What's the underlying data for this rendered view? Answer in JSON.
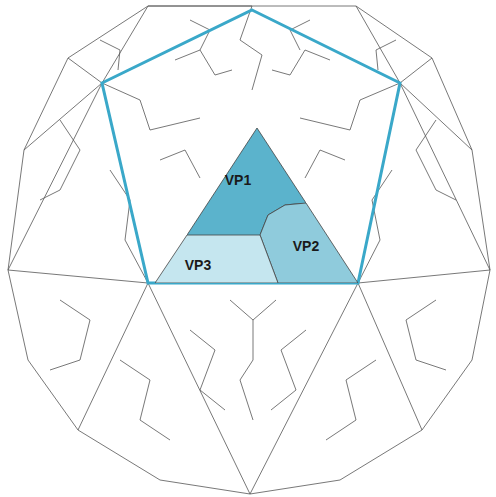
{
  "diagram": {
    "nodes": [
      {
        "text": [
          "VP1"
        ]
      },
      {
        "text": [
          "VP2"
        ]
      },
      {
        "text": [
          "VP3"
        ]
      }
    ]
  }
}
